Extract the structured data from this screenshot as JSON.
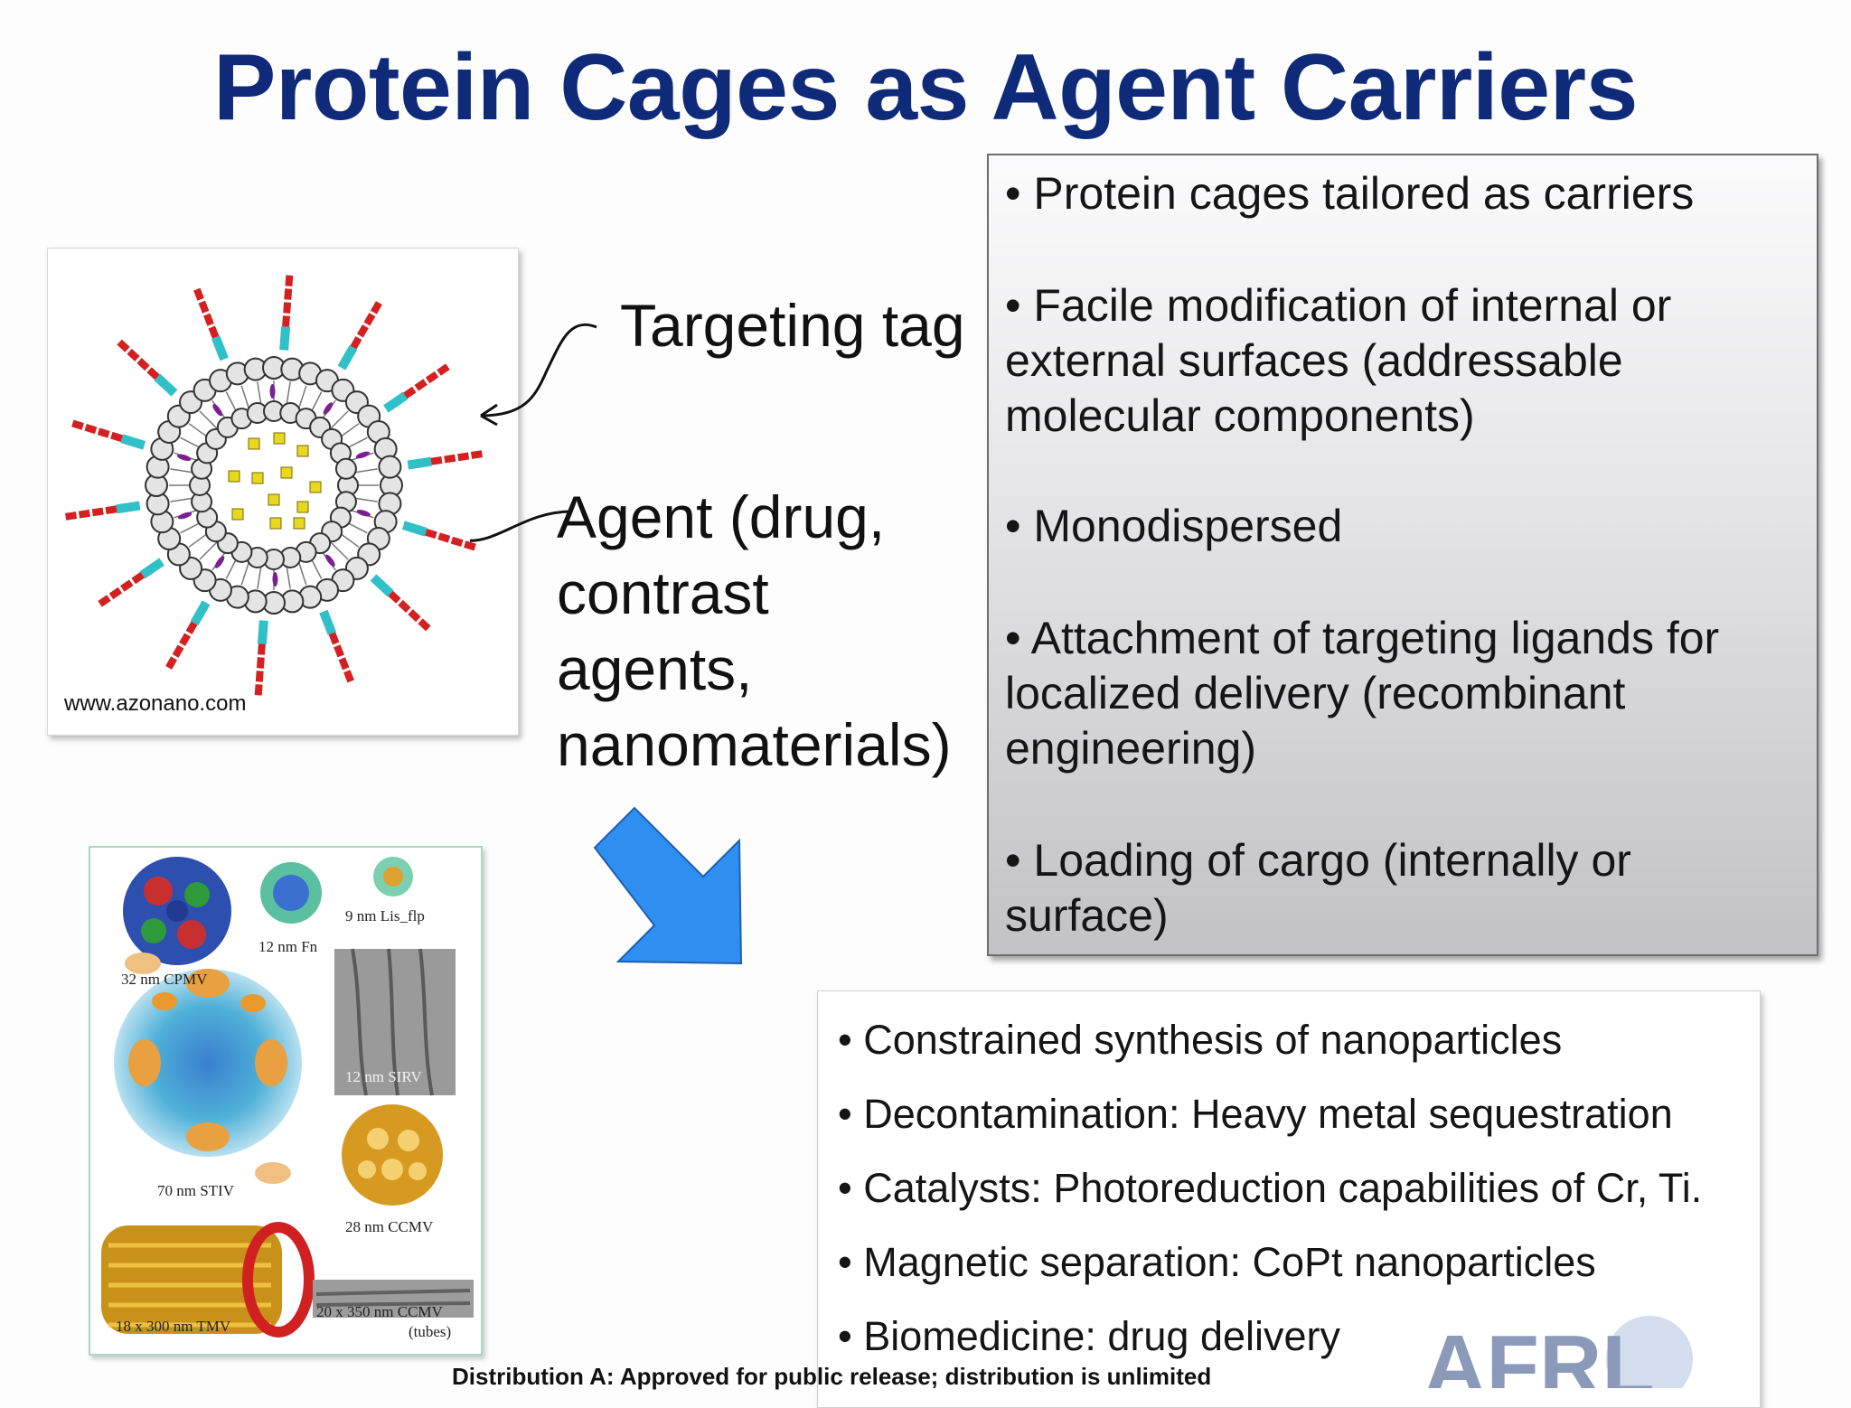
{
  "title": "Protein Cages as Agent Carriers",
  "figure_top": {
    "credit": "www.azonano.com"
  },
  "labels": {
    "targeting_tag": "Targeting tag",
    "agent_lines": [
      "Agent (drug,",
      "contrast",
      "agents,",
      "nanomaterials)"
    ]
  },
  "right_box": {
    "items": [
      {
        "lines": [
          "• Protein cages tailored as carriers"
        ]
      },
      {
        "lines": [
          "• Facile modification of internal or",
          "external surfaces (addressable",
          "molecular components)"
        ]
      },
      {
        "lines": [
          "•  Monodispersed"
        ]
      },
      {
        "lines": [
          "•  Attachment of targeting ligands for",
          "localized delivery (recombinant",
          "engineering)"
        ]
      },
      {
        "lines": [
          "• Loading of cargo (internally or",
          "surface)"
        ]
      }
    ]
  },
  "figure_bottom": {
    "captions": {
      "cpmv": "32 nm CPMV",
      "fn": "12 nm  Fn",
      "lis": "9 nm Lis_flp",
      "sirv": "12  nm SIRV",
      "stiv": "70 nm STIV",
      "ccmv28": "28 nm CCMV",
      "tmv": "18 x 300 nm TMV",
      "ccmv_tubes1": "20 x 350 nm CCMV",
      "ccmv_tubes2": "(tubes)"
    }
  },
  "applications": {
    "items": [
      "• Constrained synthesis of nanoparticles",
      "• Decontamination: Heavy metal sequestration",
      "• Catalysts: Photoreduction capabilities of Cr, Ti.",
      "• Magnetic separation: CoPt nanoparticles",
      "• Biomedicine: drug delivery"
    ]
  },
  "footer": "Distribution A:  Approved for public release; distribution is unlimited",
  "logo": {
    "text": "AFRL",
    "color": "#8a9ab8"
  },
  "colors": {
    "title": "#0f2a78",
    "arrow": "#2f8ff0"
  }
}
